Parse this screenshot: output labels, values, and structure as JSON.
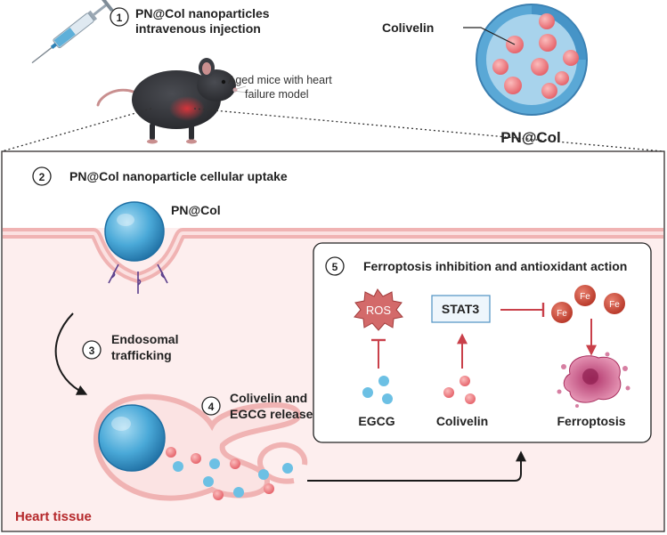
{
  "step1": {
    "number": "1",
    "line1": "PN@Col nanoparticles",
    "line2": "intravenous injection"
  },
  "mouse": {
    "line1": "Aged mice with heart",
    "line2": "failure model"
  },
  "nanoparticle": {
    "callout": "Colivelin",
    "name": "PN@Col"
  },
  "step2": {
    "number": "2",
    "label": "PN@Col nanoparticle  cellular uptake",
    "particle_label": "PN@Col"
  },
  "step3": {
    "number": "3",
    "line1": "Endosomal",
    "line2": "trafficking"
  },
  "step4": {
    "number": "4",
    "line1": "Colivelin and",
    "line2": "EGCG release"
  },
  "step5": {
    "number": "5",
    "title": "Ferroptosis inhibition and antioxidant action",
    "ros": "ROS",
    "stat3": "STAT3",
    "fe": "Fe",
    "egcg": "EGCG",
    "colivelin": "Colivelin",
    "ferroptosis": "Ferroptosis"
  },
  "tissue": {
    "label": "Heart tissue"
  },
  "colors": {
    "membrane": "#f2b9b9",
    "tissue_fill": "#fdeeee",
    "particle_blue": "#4aa9d8",
    "pink_dot": "#e8757b",
    "blue_dot": "#6cc0e4",
    "inhibit_red": "#c9404a",
    "fe_red": "#c8423a",
    "tissue_text": "#b5282b"
  }
}
